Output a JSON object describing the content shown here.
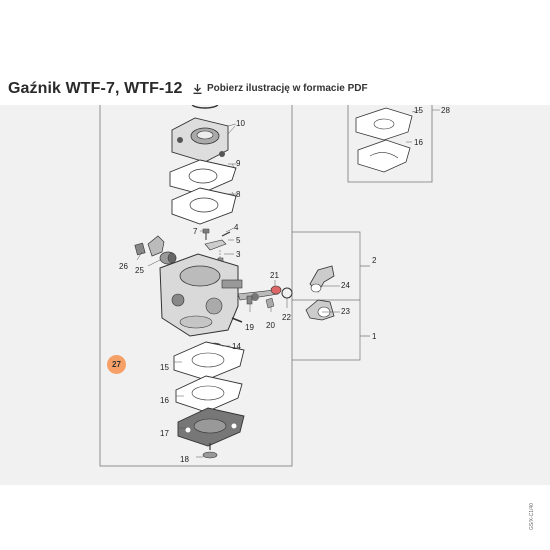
{
  "header": {
    "title": "Gaźnik WTF-7, WTF-12",
    "pdf_link_label": "Pobierz ilustrację w formacie PDF",
    "pdf_icon": "download-icon"
  },
  "diagram": {
    "parts": [
      {
        "id": "p10",
        "label": "10"
      },
      {
        "id": "p9",
        "label": "9"
      },
      {
        "id": "p8",
        "label": "8"
      },
      {
        "id": "p7",
        "label": "7"
      },
      {
        "id": "p4",
        "label": "4"
      },
      {
        "id": "p5",
        "label": "5"
      },
      {
        "id": "p3",
        "label": "3"
      },
      {
        "id": "p26",
        "label": "26"
      },
      {
        "id": "p25",
        "label": "25"
      },
      {
        "id": "p21",
        "label": "21"
      },
      {
        "id": "p24",
        "label": "24"
      },
      {
        "id": "p23",
        "label": "23"
      },
      {
        "id": "p19",
        "label": "19"
      },
      {
        "id": "p20",
        "label": "20"
      },
      {
        "id": "p22",
        "label": "22"
      },
      {
        "id": "p14",
        "label": "14"
      },
      {
        "id": "p15",
        "label": "15"
      },
      {
        "id": "p16",
        "label": "16"
      },
      {
        "id": "p17",
        "label": "17"
      },
      {
        "id": "p18",
        "label": "18"
      },
      {
        "id": "p15b",
        "label": "15"
      },
      {
        "id": "p16b",
        "label": "16"
      },
      {
        "id": "p28",
        "label": "28"
      },
      {
        "id": "p2",
        "label": "2"
      },
      {
        "id": "p1",
        "label": "1"
      }
    ],
    "highlighted_part": {
      "label": "27",
      "color": "#f6a067"
    },
    "drawing_code": "GS/X-C1/40"
  }
}
